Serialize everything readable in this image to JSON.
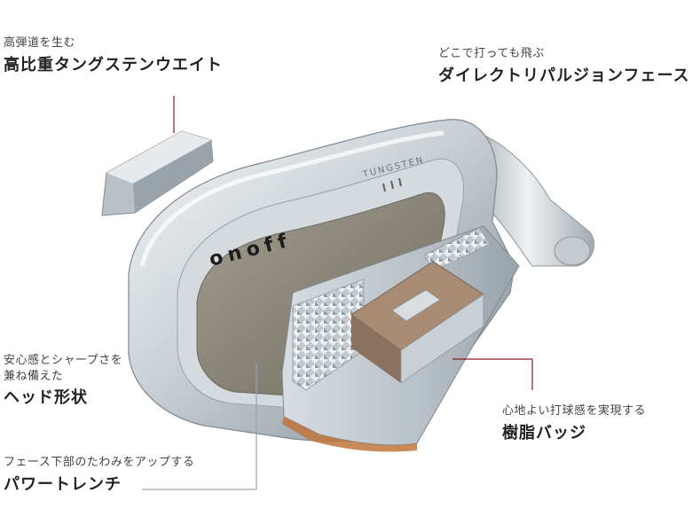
{
  "callouts": {
    "tungsten": {
      "sub": "高弾道を生む",
      "main": "高比重タングステンウエイト"
    },
    "face": {
      "sub": "どこで打っても飛ぶ",
      "main": "ダイレクトリパルジョンフェース"
    },
    "head": {
      "sub_line1": "安心感とシャープさを",
      "sub_line2": "兼ね備えた",
      "main": "ヘッド形状"
    },
    "badge": {
      "sub": "心地よい打球感を実現する",
      "main": "樹脂バッジ"
    },
    "wrench": {
      "sub": "フェース下部のたわみをアップする",
      "main": "パワートレンチ"
    }
  },
  "club": {
    "brand_mark": "onoff",
    "engraving": "TUNGSTEN"
  },
  "colors": {
    "leader_line": "#8b1a24",
    "steel_light": "#e9edf0",
    "steel_dark": "#8d979e",
    "cavity": "#8a8678",
    "badge": "#a88b73"
  }
}
